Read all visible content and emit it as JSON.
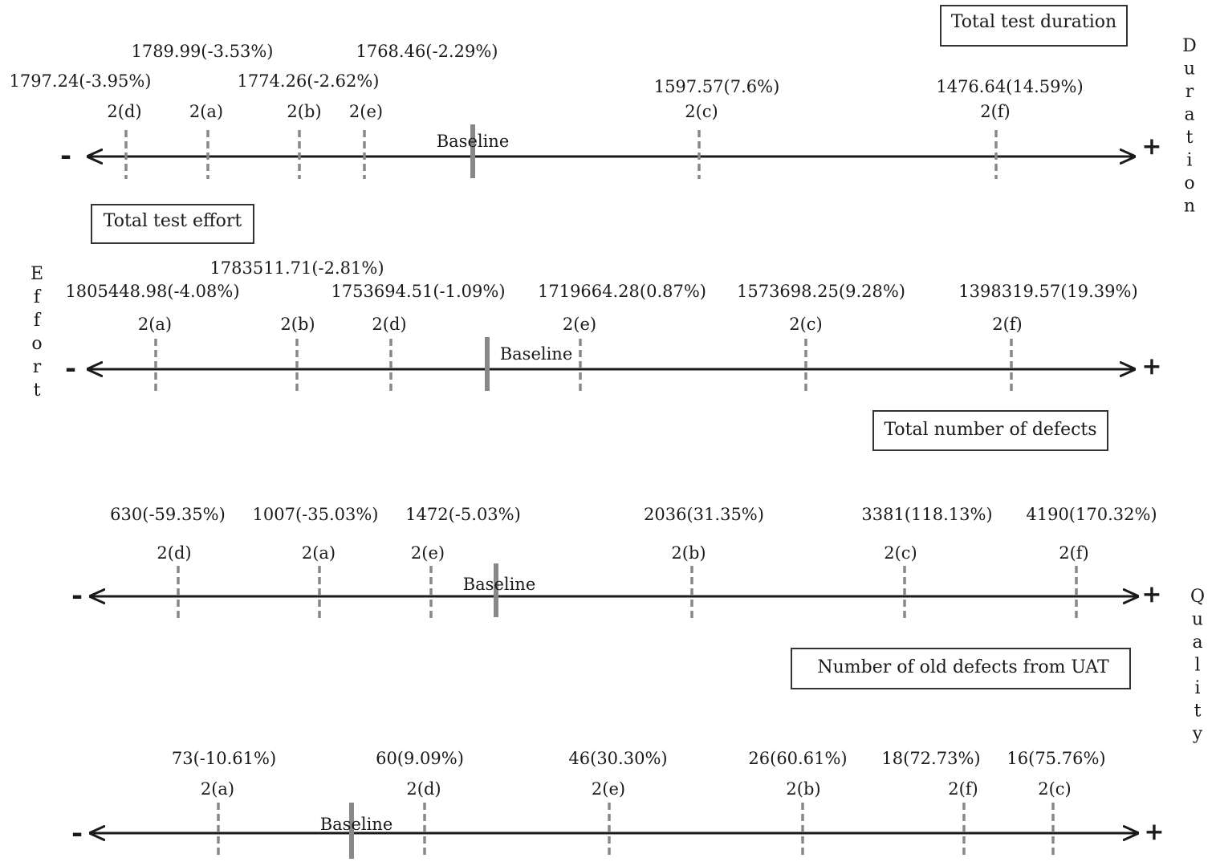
{
  "side_labels": {
    "duration": "Duration",
    "effort": "Effort",
    "quality": "Quality"
  },
  "axis_end_labels": {
    "minus": "-",
    "plus": "+"
  },
  "baseline_label": "Baseline",
  "panels": [
    {
      "id": "duration",
      "title": "Total test duration",
      "markers": [
        {
          "id": "2(d)",
          "value": "1797.24(-3.95%)"
        },
        {
          "id": "2(a)",
          "value": "1789.99(-3.53%)"
        },
        {
          "id": "2(b)",
          "value": "1774.26(-2.62%)"
        },
        {
          "id": "2(e)",
          "value": "1768.46(-2.29%)"
        },
        {
          "id": "2(c)",
          "value": "1597.57(7.6%)"
        },
        {
          "id": "2(f)",
          "value": "1476.64(14.59%)"
        }
      ]
    },
    {
      "id": "effort",
      "title": "Total test effort",
      "markers": [
        {
          "id": "2(a)",
          "value": "1805448.98(-4.08%)"
        },
        {
          "id": "2(b)",
          "value": "1783511.71(-2.81%)"
        },
        {
          "id": "2(d)",
          "value": "1753694.51(-1.09%)"
        },
        {
          "id": "2(e)",
          "value": "1719664.28(0.87%)"
        },
        {
          "id": "2(c)",
          "value": "1573698.25(9.28%)"
        },
        {
          "id": "2(f)",
          "value": "1398319.57(19.39%)"
        }
      ]
    },
    {
      "id": "defects",
      "title": "Total number of defects",
      "markers": [
        {
          "id": "2(d)",
          "value": "630(-59.35%)"
        },
        {
          "id": "2(a)",
          "value": "1007(-35.03%)"
        },
        {
          "id": "2(e)",
          "value": "1472(-5.03%)"
        },
        {
          "id": "2(b)",
          "value": "2036(31.35%)"
        },
        {
          "id": "2(c)",
          "value": "3381(118.13%)"
        },
        {
          "id": "2(f)",
          "value": "4190(170.32%)"
        }
      ]
    },
    {
      "id": "uat",
      "title": "Number of old defects from UAT",
      "markers": [
        {
          "id": "2(a)",
          "value": "73(-10.61%)"
        },
        {
          "id": "2(d)",
          "value": "60(9.09%)"
        },
        {
          "id": "2(e)",
          "value": "46(30.30%)"
        },
        {
          "id": "2(b)",
          "value": "26(60.61%)"
        },
        {
          "id": "2(f)",
          "value": "18(72.73%)"
        },
        {
          "id": "2(c)",
          "value": "16(75.76%)"
        }
      ]
    }
  ]
}
